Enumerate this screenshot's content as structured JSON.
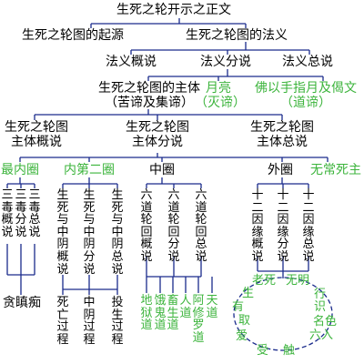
{
  "colors": {
    "green": "#3cb43c",
    "line": "#1a2b8c",
    "text": "#000000"
  },
  "title": "生死之轮开示之正文",
  "level1": {
    "left": "生死之轮图的起源",
    "right": "生死之轮图的法义"
  },
  "level2": {
    "a": "法义概说",
    "b": "法义分说",
    "c": "法义总说"
  },
  "subject": {
    "line1": "生死之轮图的主体",
    "line2": "（苦谛及集谛）"
  },
  "moon": {
    "line1": "月亮",
    "line2": "（灭谛）"
  },
  "buddha": {
    "line1": "佛以手指月及偈文",
    "line2": "（道谛）"
  },
  "subject_parts": [
    {
      "line1": "生死之轮图",
      "line2": "主体概说"
    },
    {
      "line1": "生死之轮图",
      "line2": "主体分说"
    },
    {
      "line1": "生死之轮图",
      "line2": "主体总说"
    }
  ],
  "circles": {
    "inner": "最内圈",
    "second": "内第二圈",
    "middle": "中圈",
    "outer": "外圈",
    "impermanence": "无常死主"
  },
  "inner_items": [
    "三毒概说",
    "三毒分说",
    "三毒总说"
  ],
  "inner_leaf": "贪瞋痴",
  "second_items": [
    "生死与中阴概说",
    "生死与中阴分说",
    "生死与中阴总说"
  ],
  "second_leaves": [
    "死亡过程",
    "中阴过程",
    "投生过程"
  ],
  "middle_items": [
    "六道轮回概说",
    "六道轮回分说",
    "六道轮回总说"
  ],
  "six_realms": [
    "地狱道",
    "饿鬼道",
    "畜生道",
    "人道",
    "阿修罗道",
    "天道"
  ],
  "outer_items": [
    "十二因缘概说",
    "十二因缘分说",
    "十二因缘总说"
  ],
  "twelve_links": [
    "老死",
    "无明",
    "行",
    "识",
    "名色",
    "六入",
    "触",
    "受",
    "爱",
    "取",
    "有",
    "生"
  ]
}
